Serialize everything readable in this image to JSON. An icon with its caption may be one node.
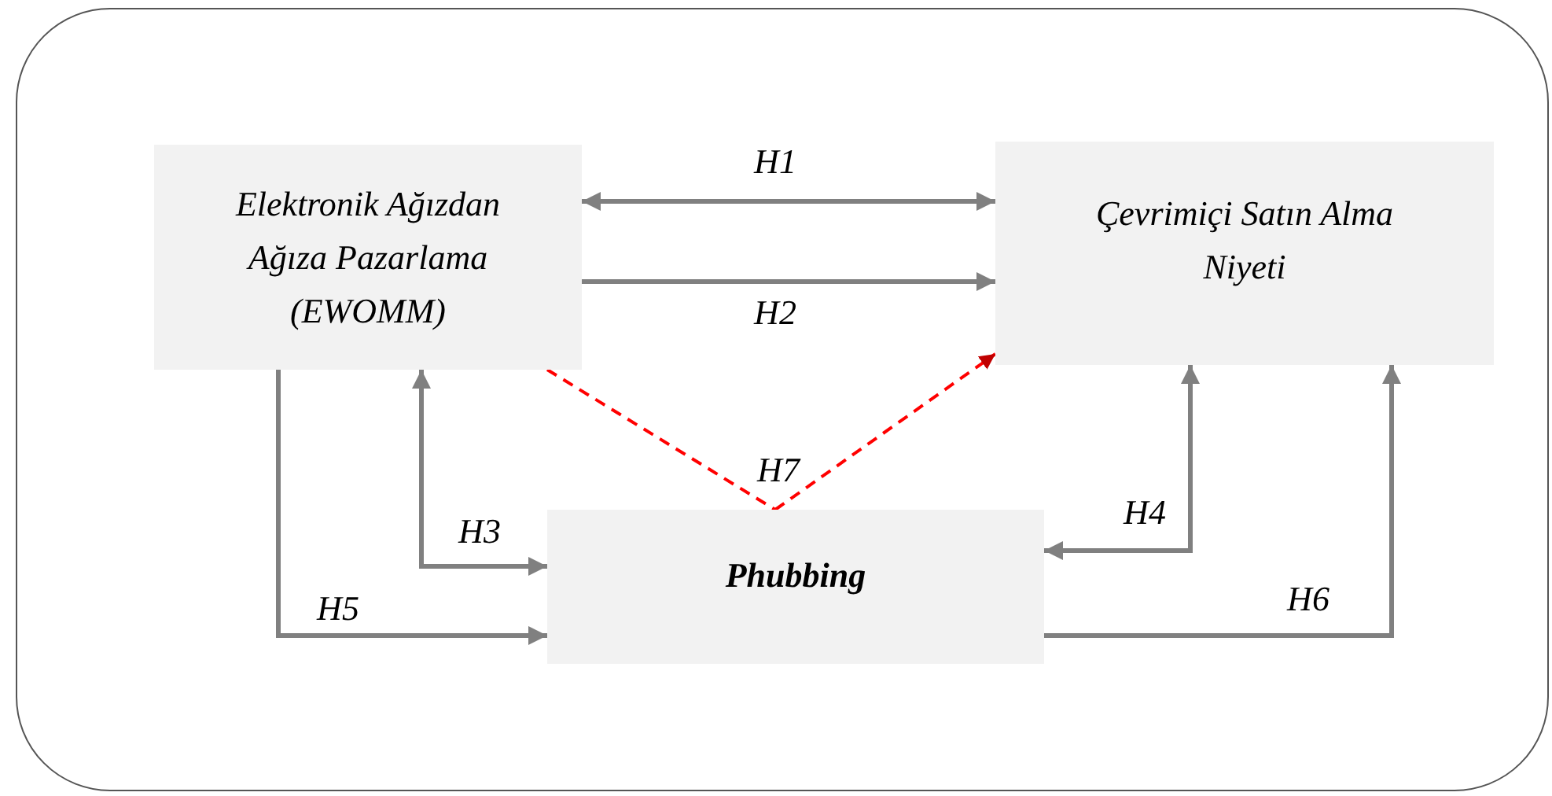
{
  "diagram": {
    "nodes": [
      {
        "text": [
          "Elektronik Ağızdan Ağıza Pazarlama (EWOMM)"
        ]
      },
      {
        "text": [
          "Çevrimiçi Satın Alma Niyeti"
        ]
      },
      {
        "text": [
          "Phubbing"
        ]
      }
    ],
    "edges": [
      {
        "from": 0,
        "to": 1,
        "arrow": "both",
        "label": "H1"
      },
      {
        "from": 0,
        "to": 1,
        "arrow": "to",
        "label": "H2"
      },
      {
        "from": 2,
        "to": 0,
        "arrow": "both",
        "label": "H3"
      },
      {
        "from": 2,
        "to": 1,
        "arrow": "both",
        "label": "H4"
      },
      {
        "from": 0,
        "to": 2,
        "arrow": "to",
        "label": "H5"
      },
      {
        "from": 2,
        "to": 1,
        "arrow": "to",
        "label": "H6"
      },
      {
        "from": 0,
        "to": 2,
        "arrow": "none",
        "style": "dashed",
        "color": "#ff0000"
      },
      {
        "from": 2,
        "to": 1,
        "arrow": "to",
        "style": "dashed",
        "color": "#ff0000",
        "label": "H7"
      }
    ]
  }
}
